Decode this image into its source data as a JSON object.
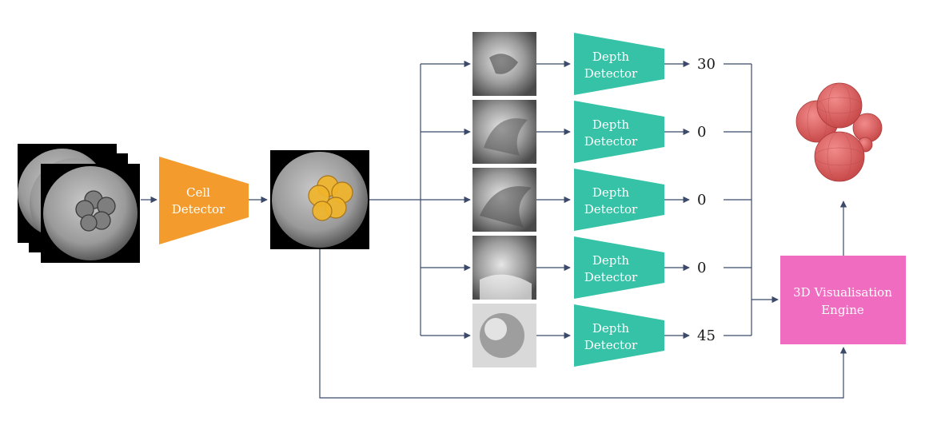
{
  "cell_detector": {
    "line1": "Cell",
    "line2": "Detector",
    "color": "#f39c2d"
  },
  "depth_detector": {
    "line1": "Depth",
    "line2": "Detector",
    "color": "#35c2a6"
  },
  "engine": {
    "line1": "3D Visualisation",
    "line2": "Engine",
    "color": "#f06cc0"
  },
  "depth_values": [
    "30",
    "0",
    "0",
    "0",
    "45"
  ],
  "icons": {
    "model": "3d-cell-cluster-icon",
    "input": "embryo-image-stack-icon",
    "crop": "depth-slice-image-icon"
  },
  "colors": {
    "arrow": "#3b4a6b",
    "cell_highlight": "#f0b429",
    "model": "#e66a6a"
  }
}
